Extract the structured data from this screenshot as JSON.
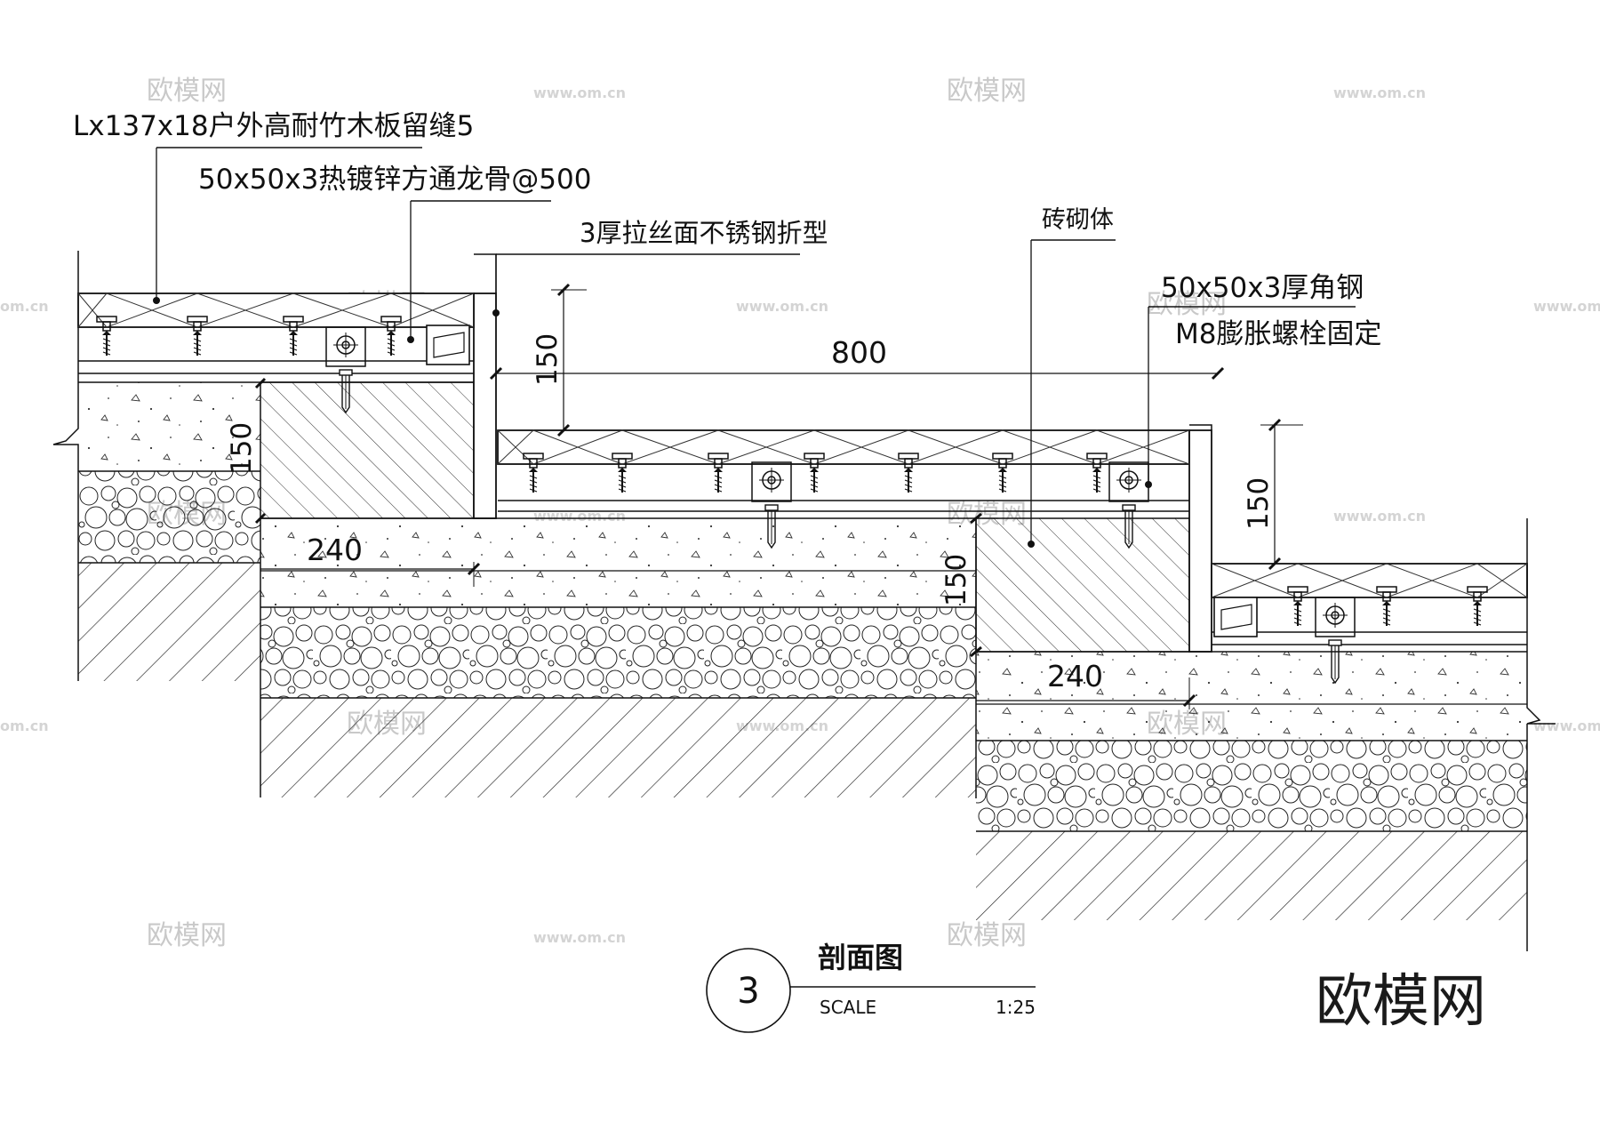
{
  "labels": {
    "bamboo_board": "Lx137x18户外高耐竹木板留缝5",
    "keel": "50x50x3热镀锌方通龙骨@500",
    "stainless": "3厚拉丝面不锈钢折型",
    "brick": "砖砌体",
    "angle_steel": "50x50x3厚角钢",
    "bolt": "M8膨胀螺栓固定"
  },
  "dimensions": {
    "d800": "800",
    "d150_left": "150",
    "d150_riser1": "150",
    "d150_mid": "150",
    "d150_riser2": "150",
    "d240_a": "240",
    "d240_b": "240"
  },
  "title_block": {
    "number": "3",
    "title": "剖面图",
    "scale_label": "SCALE",
    "scale_value": "1:25"
  },
  "watermarks": {
    "brand": "欧模网",
    "url": "www.om.cn",
    "url_short": "om.cn"
  }
}
